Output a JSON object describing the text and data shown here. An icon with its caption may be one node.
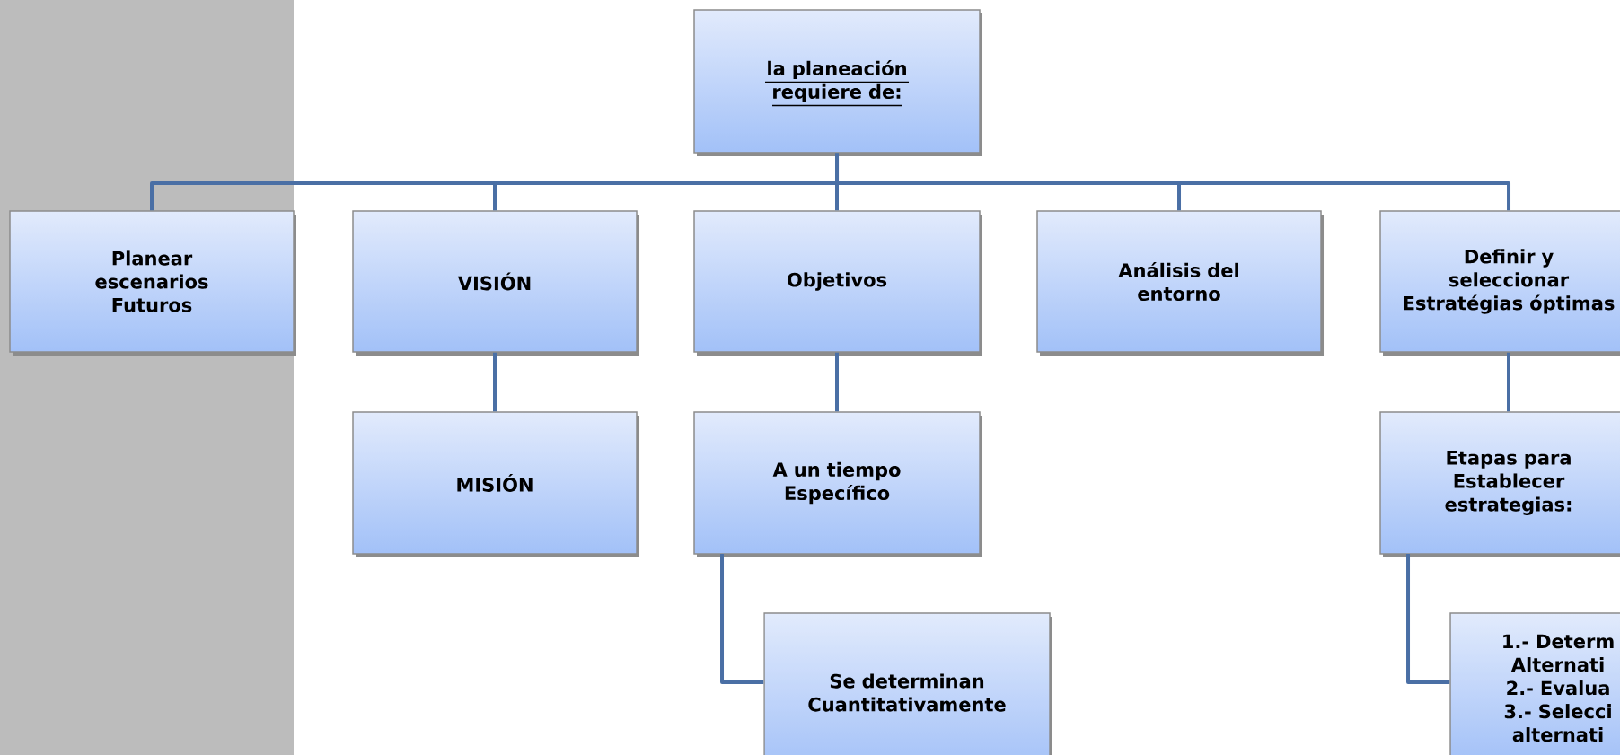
{
  "diagram": {
    "nodes": [
      {
        "text": [
          "la planeación requiere de:"
        ]
      },
      {
        "text": [
          "Planear escenarios Futuros"
        ]
      },
      {
        "text": [
          "VISIÓN"
        ]
      },
      {
        "text": [
          "Objetivos"
        ]
      },
      {
        "text": [
          "Análisis del entorno"
        ]
      },
      {
        "text": [
          "Definir y seleccionar Estratégias óptimas"
        ]
      },
      {
        "text": [
          "MISIÓN"
        ]
      },
      {
        "text": [
          "A un tiempo Específico"
        ]
      },
      {
        "text": [
          "Etapas para Establecer estrategias:"
        ]
      },
      {
        "text": [
          "Se determinan Cuantitativamente"
        ]
      },
      {
        "text": [
          "1.- Determ Alternati 2.- Evalua 3.- Selecci alternati"
        ]
      }
    ],
    "edges": [
      {
        "from": 0,
        "to": 1,
        "arrow": "none"
      },
      {
        "from": 0,
        "to": 2,
        "arrow": "none"
      },
      {
        "from": 0,
        "to": 3,
        "arrow": "none"
      },
      {
        "from": 0,
        "to": 4,
        "arrow": "none"
      },
      {
        "from": 0,
        "to": 5,
        "arrow": "none"
      },
      {
        "from": 2,
        "to": 6,
        "arrow": "none"
      },
      {
        "from": 3,
        "to": 7,
        "arrow": "none"
      },
      {
        "from": 5,
        "to": 8,
        "arrow": "none"
      },
      {
        "from": 7,
        "to": 9,
        "arrow": "none"
      },
      {
        "from": 8,
        "to": 10,
        "arrow": "none"
      }
    ]
  }
}
